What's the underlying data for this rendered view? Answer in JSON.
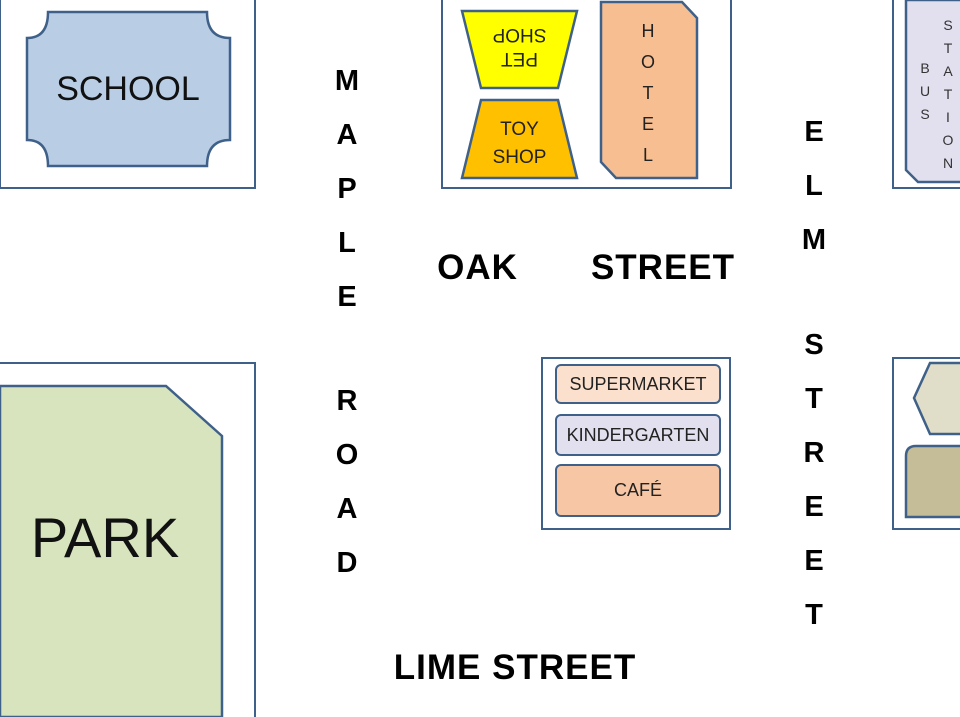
{
  "colors": {
    "block_border": "#3f6189",
    "school_fill": "#b9cde5",
    "park_fill": "#d7e4bd",
    "pet_shop_fill": "#ffff00",
    "toy_shop_fill": "#ffc000",
    "hotel_fill": "#f7be91",
    "bus_station_fill": "#e2e0ee",
    "supermarket_fill": "#fbe0cd",
    "kindergarten_fill": "#e2e0ee",
    "cafe_fill": "#f7c7a5",
    "side_building_light": "#e0ddc8",
    "side_building_dark": "#c4bd97"
  },
  "places": {
    "school": "SCHOOL",
    "park": "PARK",
    "pet_shop_line1": "PET",
    "pet_shop_line2": "SHOP",
    "toy_shop_line1": "TOY",
    "toy_shop_line2": "SHOP",
    "hotel_letters": [
      "H",
      "O",
      "T",
      "E",
      "L"
    ],
    "bus_station_col1": [
      "B",
      "U",
      "S"
    ],
    "bus_station_col2": [
      "S",
      "T",
      "A",
      "T",
      "I",
      "O",
      "N"
    ],
    "supermarket": "SUPERMARKET",
    "kindergarten": "KINDERGARTEN",
    "cafe": "CAFÉ"
  },
  "streets": {
    "maple_road_col1": [
      "M",
      "A",
      "P",
      "L",
      "E"
    ],
    "maple_road_col2": [
      "R",
      "O",
      "A",
      "D"
    ],
    "elm_street_col1": [
      "E",
      "L",
      "M"
    ],
    "elm_street_col2": [
      "S",
      "T",
      "R",
      "E",
      "E",
      "T"
    ],
    "oak": "OAK",
    "oak_street": "STREET",
    "lime_street": "LIME STREET"
  }
}
